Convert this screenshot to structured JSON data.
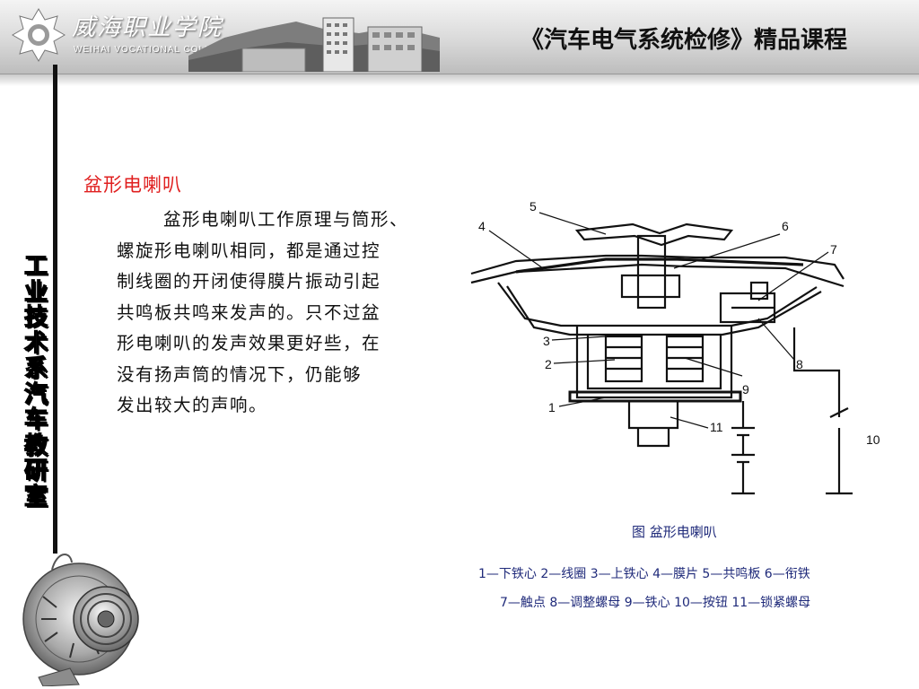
{
  "header": {
    "college_name_cn": "威海职业学院",
    "college_name_en": "WEIHAI VOCATIONAL COLLEGE",
    "course_title": "《汽车电气系统检修》精品课程"
  },
  "sidebar": {
    "department_label": "工业技术系汽车教研室"
  },
  "content": {
    "heading": "盆形电喇叭",
    "paragraph_lines": [
      "盆形电喇叭工作原理与筒形、",
      "螺旋形电喇叭相同，都是通过控",
      "制线圈的开闭使得膜片振动引起",
      "共鸣板共鸣来发声的。只不过盆",
      "形电喇叭的发声效果更好些，在",
      "没有扬声筒的情况下，仍能够",
      "发出较大的声响。"
    ]
  },
  "figure": {
    "caption": "图  盆形电喇叭",
    "callout_numbers": [
      "1",
      "2",
      "3",
      "4",
      "5",
      "6",
      "7",
      "8",
      "9",
      "10",
      "11"
    ],
    "legend_line_1": "1—下铁心 2—线圈 3—上铁心 4—膜片 5—共鸣板 6—衔铁",
    "legend_line_2": "7—触点   8—调整螺母   9—铁心   10—按钮   11—锁紧螺母"
  },
  "colors": {
    "heading": "#e02020",
    "caption": "#1f2a7a",
    "body_text": "#111111"
  }
}
